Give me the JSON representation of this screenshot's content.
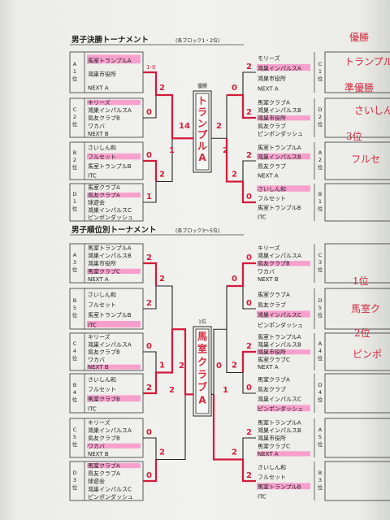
{
  "sections": [
    {
      "id": "upper",
      "title": "男子決勝トーナメント",
      "subtitle": "(各ブロック1・2位)",
      "champion_label": "優勝",
      "champion_name": "トランプルA",
      "left_blocks": [
        {
          "code": "A 1 位",
          "teams": [
            "馬室トランプルA",
            "鴻巣市役所",
            "NEXT A"
          ],
          "highlight": [
            0
          ]
        },
        {
          "code": "C 2 位",
          "teams": [
            "キリーズ",
            "鴻巣インパルスA",
            "鳥友クラブB",
            "ワカバ",
            "NEXT B"
          ],
          "highlight": [
            0
          ]
        },
        {
          "code": "B 2 位",
          "teams": [
            "さいしん和",
            "フルセット",
            "馬室トランプルB",
            "ITC"
          ],
          "highlight": [
            1
          ]
        },
        {
          "code": "D 1 位",
          "teams": [
            "馬室クラブA",
            "鳥友クラブA",
            "球遊会",
            "鴻巣インパルスC",
            "ピンポンダッシュ"
          ],
          "highlight": [
            1
          ]
        }
      ],
      "right_blocks": [
        {
          "code": "C 1 位",
          "teams": [
            "モリーズ",
            "鴻巣インパルスA",
            "鴻巣市役所",
            "NEXT A"
          ],
          "highlight": [
            1
          ]
        },
        {
          "code": "D 2 位",
          "teams": [
            "馬室クラブA",
            "鴻巣インパルスB",
            "鴻巣市役所",
            "鳥友クラブ",
            "ピンポンダッシュ"
          ],
          "highlight": [
            2
          ]
        },
        {
          "code": "A 2 位",
          "teams": [
            "馬室トランプルA",
            "鴻巣インパルスB",
            "鳥友クラブ",
            "NEXT A"
          ],
          "highlight": [
            1
          ]
        },
        {
          "code": "B 1 位",
          "teams": [
            "さいしん和",
            "フルセット",
            "馬室トランプルB",
            "ITC"
          ],
          "highlight": [
            0
          ]
        }
      ],
      "scores": [
        "1-0",
        "2",
        "0",
        "2",
        "0",
        "2",
        "1",
        "0",
        "2",
        "2",
        "0",
        "2",
        "14",
        "2",
        "1",
        "2"
      ]
    },
    {
      "id": "lower",
      "title": "男子順位別トーナメント",
      "subtitle": "(各ブロック3〜5位)",
      "champion_label": "1位",
      "champion_name": "馬室クラブA",
      "left_blocks": [
        {
          "code": "A 3 位",
          "teams": [
            "馬室トランプルA",
            "鴻巣インパルスB",
            "鴻巣市役所",
            "馬室クラブC",
            "NEXT A"
          ],
          "highlight": [
            3
          ]
        },
        {
          "code": "B 5 位",
          "teams": [
            "さいしん和",
            "フルセット",
            "馬室トランプルB",
            "ITC"
          ],
          "highlight": [
            3
          ]
        },
        {
          "code": "C 4 位",
          "teams": [
            "キリーズ",
            "鴻巣インパルスA",
            "鳥友クラブB",
            "ワカバ",
            "NEXT B"
          ],
          "highlight": [
            4
          ]
        },
        {
          "code": "B 4 位",
          "teams": [
            "さいしん和",
            "フルセット",
            "馬室クラブB",
            "ITC"
          ],
          "highlight": [
            2
          ]
        },
        {
          "code": "C 5 位",
          "teams": [
            "キリーズ",
            "鴻巣インパルスA",
            "鳥友クラブB",
            "ワカバ",
            "NEXT B"
          ],
          "highlight": [
            3
          ]
        },
        {
          "code": "D 3 位",
          "teams": [
            "馬室クラブA",
            "鳥友クラブA",
            "球遊会",
            "鴻巣インパルスC",
            "ピンポンダッシュ"
          ],
          "highlight": [
            0
          ]
        }
      ],
      "right_blocks": [
        {
          "code": "C 3 位",
          "teams": [
            "キリーズ",
            "鴻巣インパルスA",
            "鳥友クラブB",
            "ワカバ",
            "NEXT B"
          ],
          "highlight": [
            2
          ]
        },
        {
          "code": "D 5 位",
          "teams": [
            "馬室クラブA",
            "鳥友クラブ",
            "鴻巣インパルスC",
            "ピンポンダッシュ"
          ],
          "highlight": [
            2
          ]
        },
        {
          "code": "A 4 位",
          "teams": [
            "馬室トランプルA",
            "鴻巣インパルスB",
            "鴻巣市役所",
            "馬室クラブC",
            "NEXT A"
          ],
          "highlight": [
            2
          ]
        },
        {
          "code": "D 4 位",
          "teams": [
            "馬室クラブA",
            "鳥友クラブ",
            "鴻巣インパルスC",
            "ピンポンダッシュ"
          ],
          "highlight": [
            3
          ]
        },
        {
          "code": "A 5 位",
          "teams": [
            "馬室トランプルA",
            "鴻巣インパルスB",
            "鴻巣市役所",
            "馬室クラブC",
            "NEXT A"
          ],
          "highlight": [
            4
          ]
        },
        {
          "code": "B 3 位",
          "teams": [
            "さいしん和",
            "フルセット",
            "馬室トランプルB",
            "ITC"
          ],
          "highlight": [
            2
          ]
        }
      ],
      "scores": [
        "2",
        "0",
        "2",
        "0",
        "0",
        "2",
        "2",
        "0",
        "0",
        "2",
        "0",
        "2",
        "2",
        "1",
        "2",
        "0",
        "2",
        "2",
        "2",
        "0",
        "2",
        "1"
      ]
    }
  ],
  "annotations": {
    "upper_result": [
      "優勝",
      "トランプル",
      "準優勝",
      "さいしん",
      "3位",
      "フルセ"
    ],
    "lower_result": [
      "1位",
      "馬室ク",
      "2位",
      "ピンポ"
    ]
  },
  "colors": {
    "ink": "#222222",
    "red_pen": "#d41a3a",
    "highlighter": "#ff5fb5"
  }
}
